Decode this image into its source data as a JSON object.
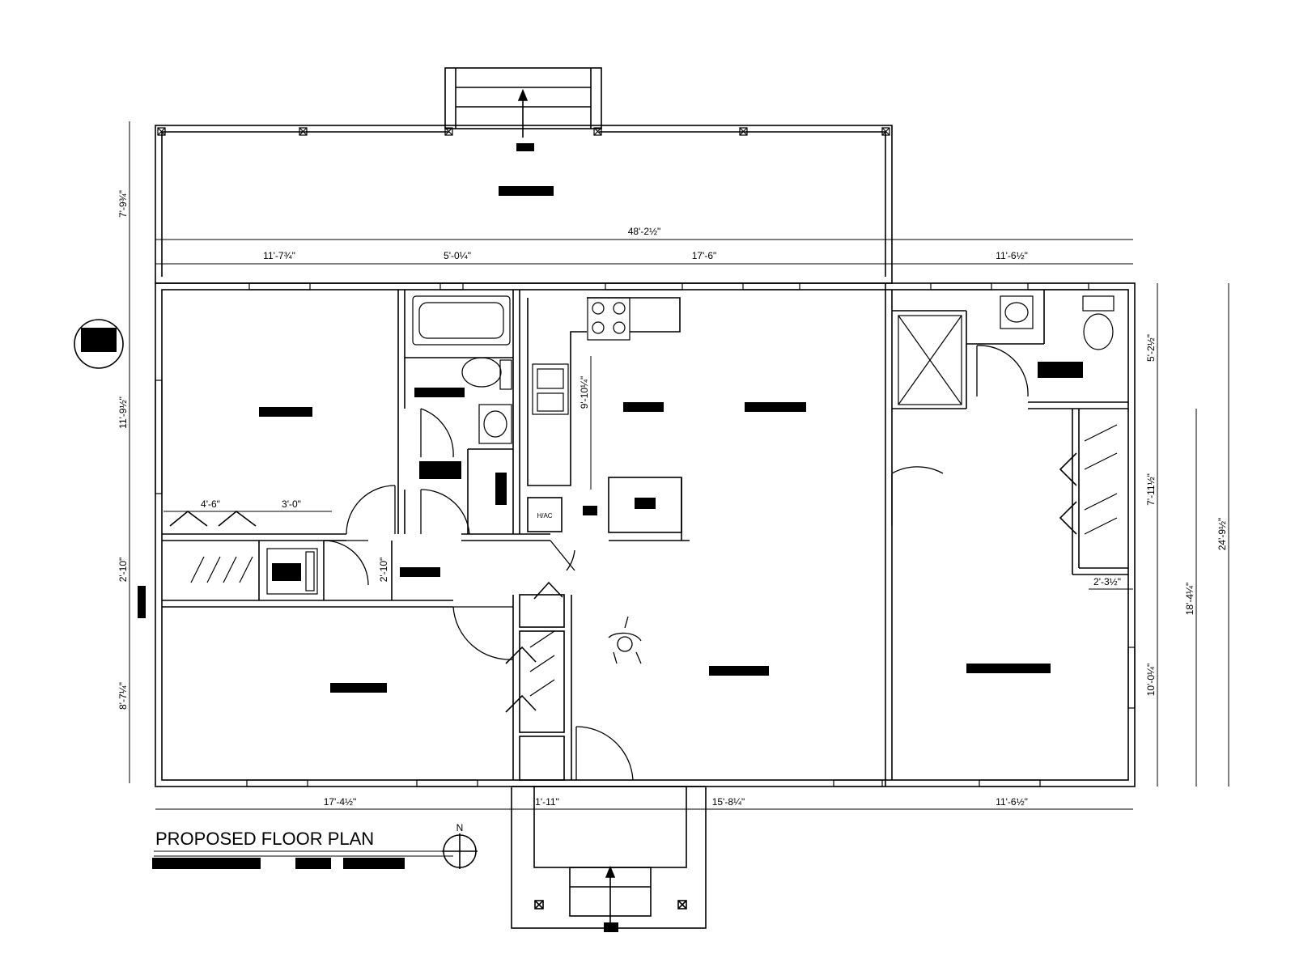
{
  "title": "PROPOSED FLOOR PLAN",
  "north_label": "N",
  "hvac_label": "H/AC",
  "dimensions": {
    "porch_depth": "7'-9¾\"",
    "overall_width": "48'-2½\"",
    "top_seg_1": "11'-7¾\"",
    "top_seg_2": "5'-0¼\"",
    "top_seg_3": "17'-6\"",
    "top_seg_4": "11'-6½\"",
    "left_seg_1": "11'-9½\"",
    "left_seg_2": "2'-10\"",
    "left_seg_3": "8'-7¼\"",
    "closet_width": "4'-6\"",
    "laundry_width": "3'-0\"",
    "hall_width": "2'-10\"",
    "kitchen_depth": "9'-10¼\"",
    "bottom_seg_1": "17'-4½\"",
    "bottom_seg_2": "1'-11\"",
    "bottom_seg_3": "15'-8¼\"",
    "bottom_seg_4": "11'-6½\"",
    "right_seg_1": "5'-2½\"",
    "right_seg_2": "7'-11½\"",
    "right_seg_3": "10'-0¼\"",
    "right_closet": "2'-3½\"",
    "right_total_1": "18'-4¼\"",
    "right_total_2": "24'-9½\""
  }
}
